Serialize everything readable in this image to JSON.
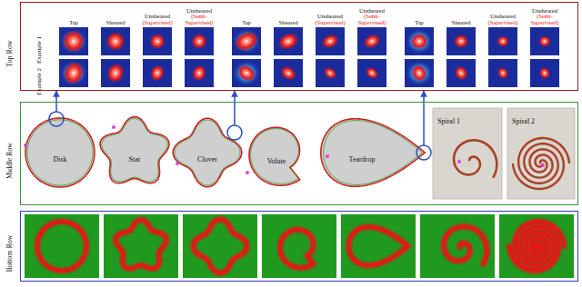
{
  "diagram": {
    "nodes": [
      {
        "text": [
          "Top Row"
        ]
      },
      {
        "text": [
          "Middle Row"
        ]
      },
      {
        "text": [
          "Bottom Row"
        ]
      }
    ],
    "edges": [
      {
        "from": 1,
        "to": 0,
        "arrow": "to"
      },
      {
        "from": 1,
        "to": 0,
        "arrow": "to"
      },
      {
        "from": 1,
        "to": 0,
        "arrow": "to"
      }
    ],
    "labels": [
      "Tap",
      "Sheared",
      "Unsheared",
      "(Supervised)",
      "Unsheared",
      "(Semi-Supervised)",
      "Tap",
      "Sheared",
      "Unsheared",
      "(Supervised)",
      "Unsheared",
      "(Semi-Supervised)",
      "Tap",
      "Sheared",
      "Unsheared",
      "(Supervised)",
      "Unsheared",
      "(Semi-Supervised)",
      "Example 1",
      "Example 2",
      "Disk",
      "Star",
      "Clover",
      "Volute",
      "Teardrop",
      "Spiral 1",
      "Spiral 2"
    ]
  }
}
